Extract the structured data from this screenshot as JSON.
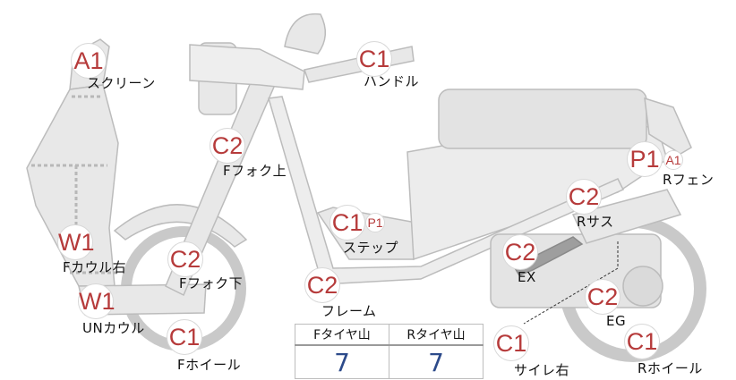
{
  "badges": [
    {
      "id": "screen",
      "code": "A1",
      "label": "スクリーン"
    },
    {
      "id": "handle",
      "code": "C1",
      "label": "ハンドル"
    },
    {
      "id": "ffork-upper",
      "code": "C2",
      "label": "Fフォク上"
    },
    {
      "id": "rfender",
      "code": "P1",
      "sub_code": "A1",
      "label": "Rフェン"
    },
    {
      "id": "step",
      "code": "C1",
      "sub_code": "P1",
      "label": "ステップ"
    },
    {
      "id": "rsus",
      "code": "C2",
      "label": "Rサス"
    },
    {
      "id": "fcowl-right",
      "code": "W1",
      "label": "Fカウル右"
    },
    {
      "id": "ffork-lower",
      "code": "C2",
      "label": "Fフォク下"
    },
    {
      "id": "ex",
      "code": "C2",
      "label": "EX"
    },
    {
      "id": "frame",
      "code": "C2",
      "label": "フレーム"
    },
    {
      "id": "un-cowl",
      "code": "W1",
      "label": "UNカウル"
    },
    {
      "id": "eg",
      "code": "C2",
      "label": "EG"
    },
    {
      "id": "fwheel",
      "code": "C1",
      "label": "Fホイール"
    },
    {
      "id": "silencer-right",
      "code": "C1",
      "label": "サイレ右"
    },
    {
      "id": "rwheel",
      "code": "C1",
      "label": "Rホイール"
    }
  ],
  "tread_table": {
    "headers": [
      "Fタイヤ山",
      "Rタイヤ山"
    ],
    "values": [
      "7",
      "7"
    ]
  }
}
